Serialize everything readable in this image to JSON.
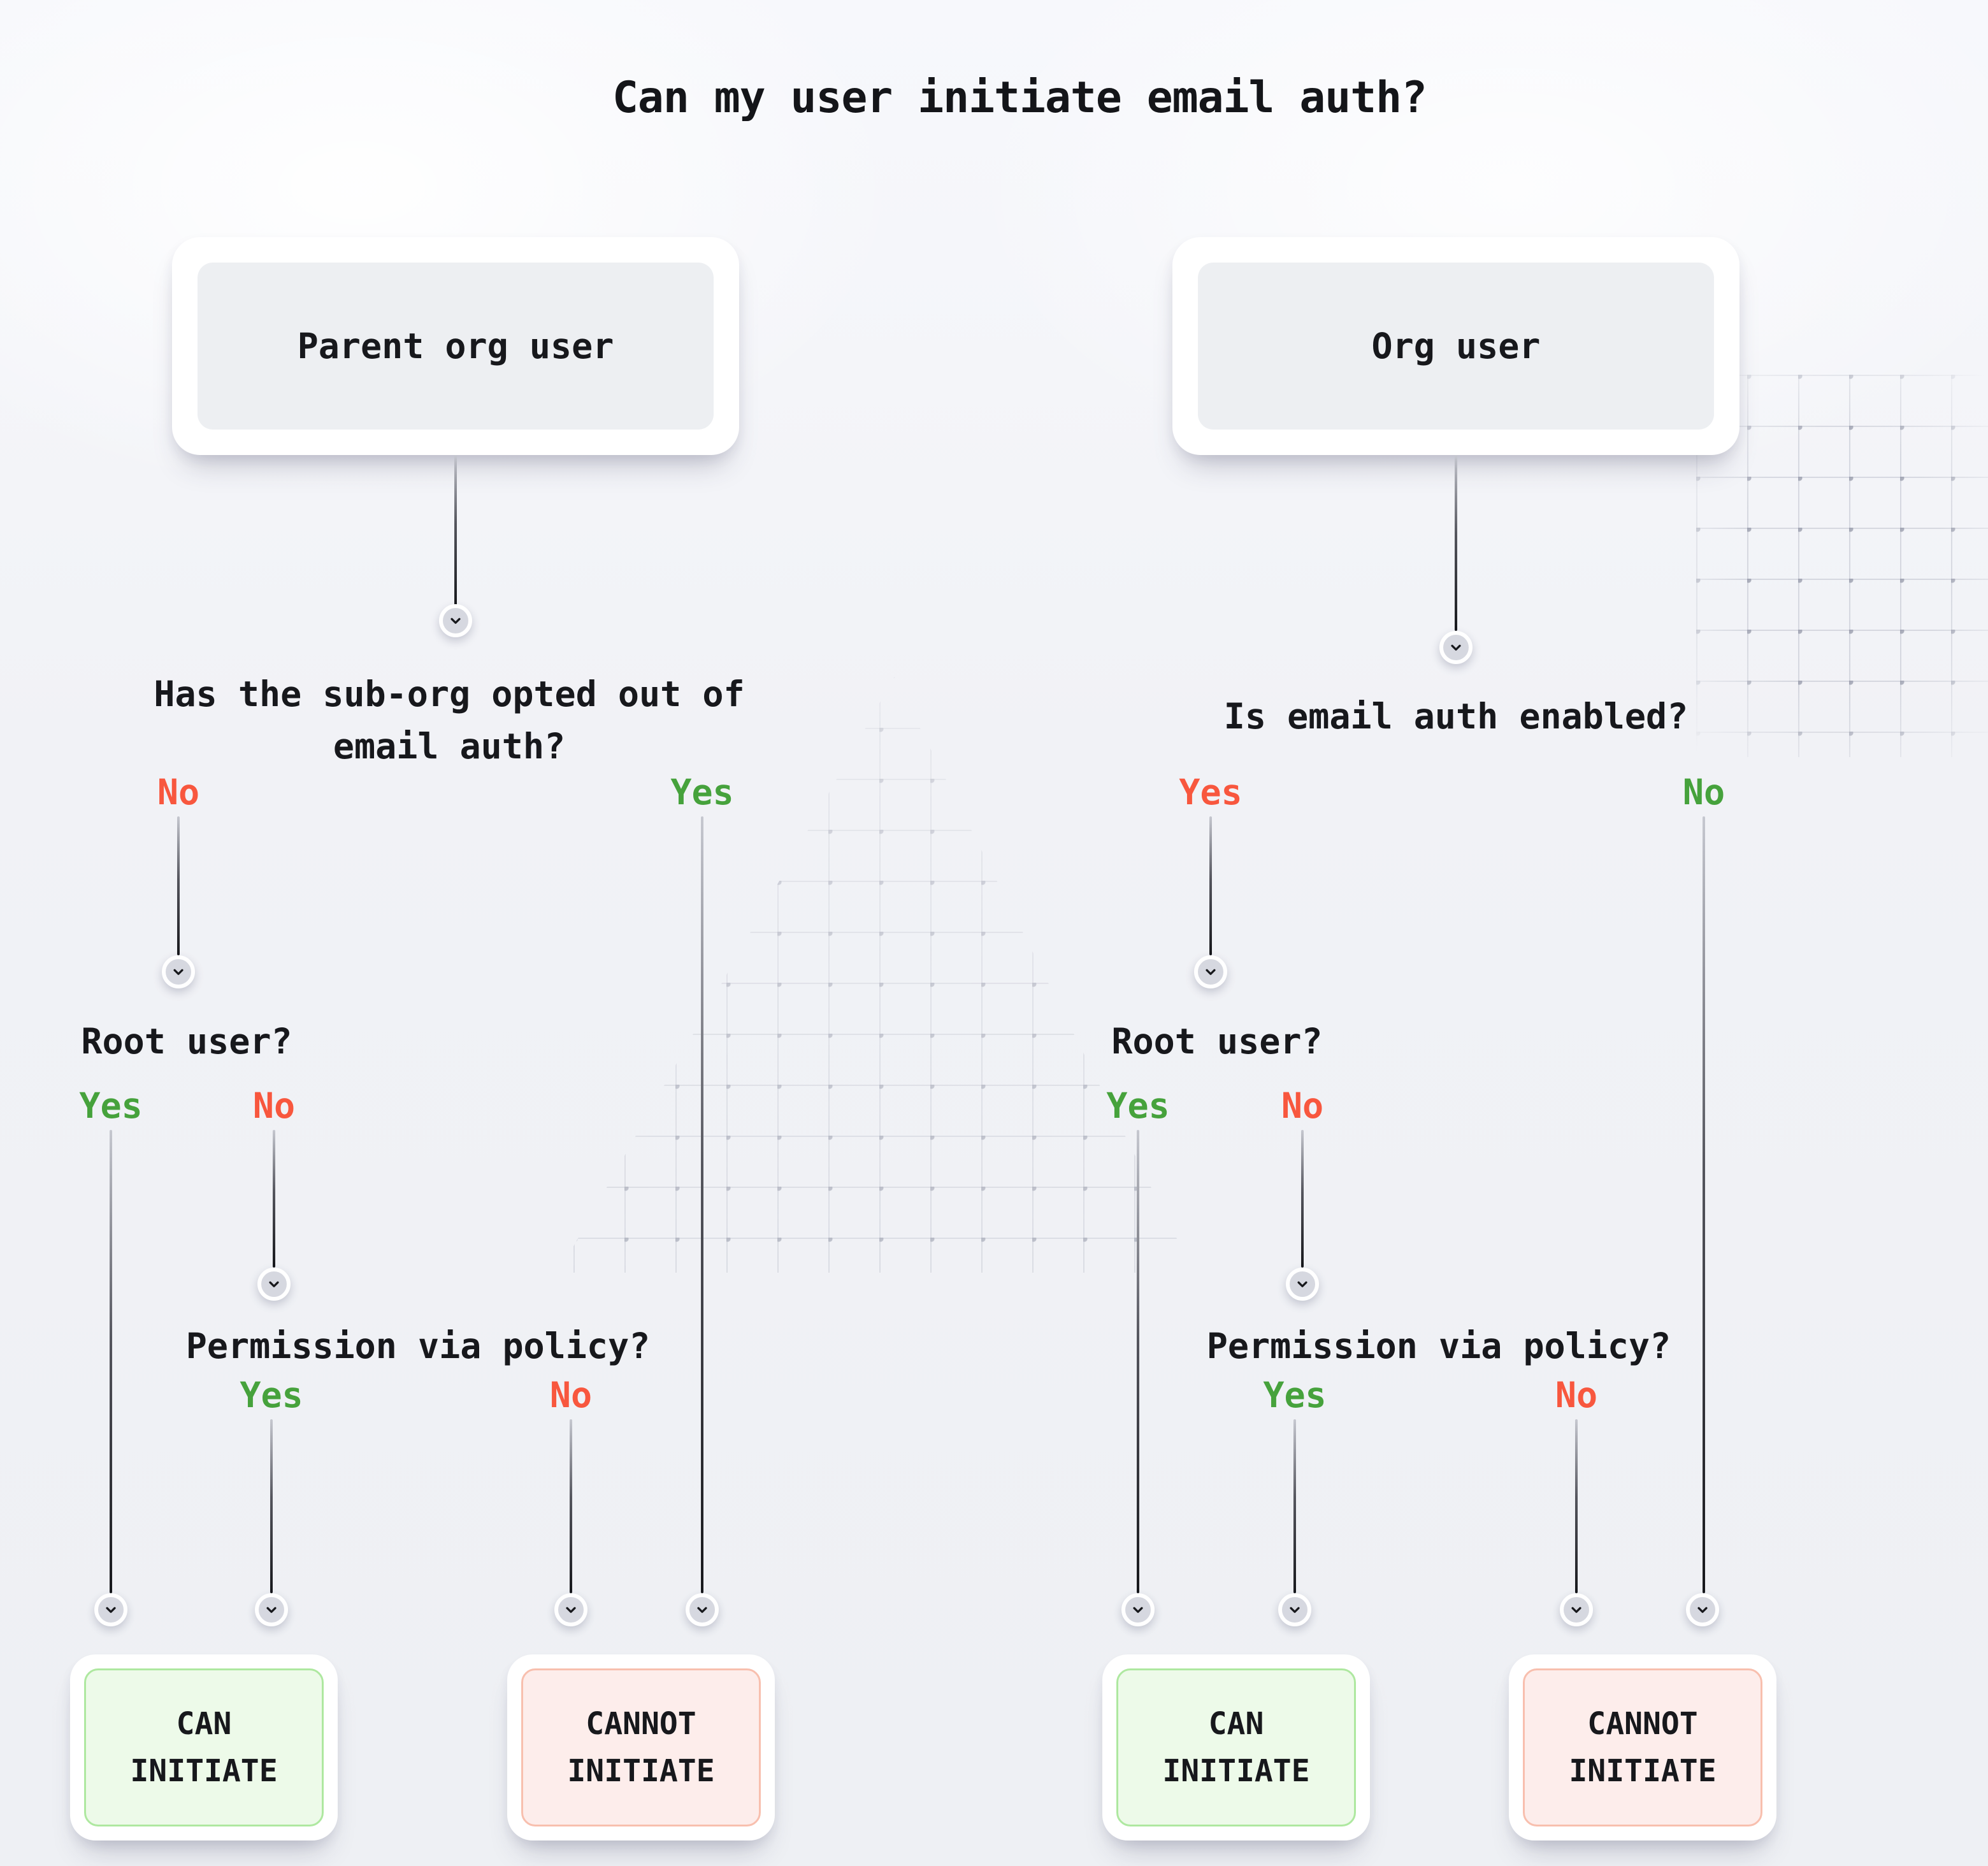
{
  "title": "Can my user initiate email auth?",
  "colors": {
    "answer_yes_green": "#46a23c",
    "answer_no_red": "#f8573e",
    "can_initiate_bg": "#edfae9",
    "can_initiate_border": "#aee8a0",
    "cannot_initiate_bg": "#fdedeb",
    "cannot_initiate_border": "#f8bfae",
    "text": "#17181c"
  },
  "left_tree": {
    "root_label": "Parent org user",
    "q1": {
      "text": "Has the sub-org opted out of email auth?",
      "answer_left": "No",
      "answer_right": "Yes"
    },
    "q2": {
      "text": "Root user?",
      "answer_left": "Yes",
      "answer_right": "No"
    },
    "q3": {
      "text": "Permission via policy?",
      "answer_left": "Yes",
      "answer_right": "No"
    },
    "outcome_positive": {
      "line1": "CAN",
      "line2": "INITIATE"
    },
    "outcome_negative": {
      "line1": "CANNOT",
      "line2": "INITIATE"
    }
  },
  "right_tree": {
    "root_label": "Org user",
    "q1": {
      "text": "Is email auth enabled?",
      "answer_left": "Yes",
      "answer_right": "No"
    },
    "q2": {
      "text": "Root user?",
      "answer_left": "Yes",
      "answer_right": "No"
    },
    "q3": {
      "text": "Permission via policy?",
      "answer_left": "Yes",
      "answer_right": "No"
    },
    "outcome_positive": {
      "line1": "CAN",
      "line2": "INITIATE"
    },
    "outcome_negative": {
      "line1": "CANNOT",
      "line2": "INITIATE"
    }
  }
}
